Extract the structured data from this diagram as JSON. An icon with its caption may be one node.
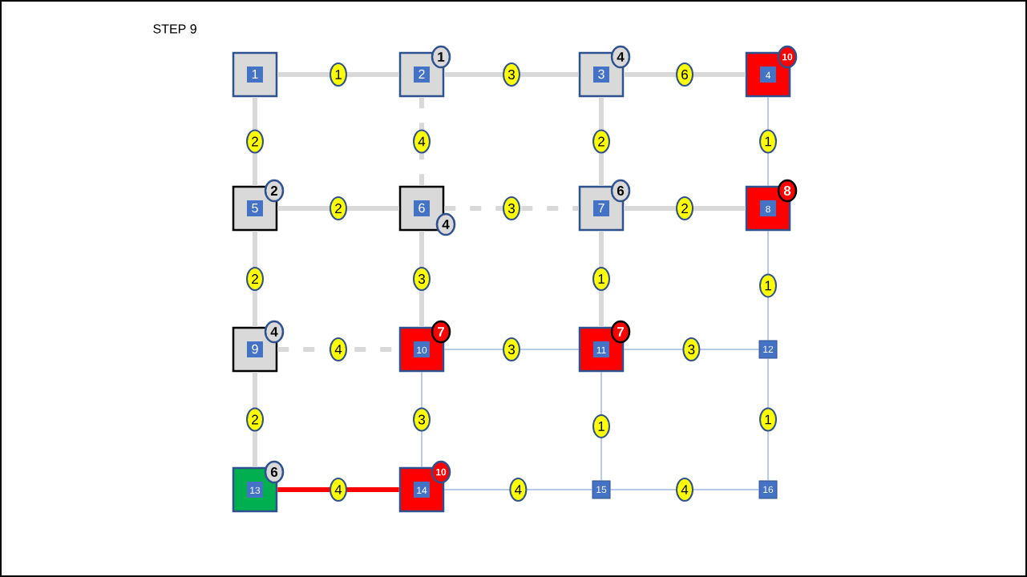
{
  "diagram": {
    "title": "STEP 9",
    "nodes": [
      {
        "text": [
          "1"
        ]
      },
      {
        "text": [
          "2",
          "1"
        ]
      },
      {
        "text": [
          "3",
          "4"
        ]
      },
      {
        "text": [
          "4",
          "10"
        ]
      },
      {
        "text": [
          "5",
          "2"
        ]
      },
      {
        "text": [
          "6",
          "4"
        ]
      },
      {
        "text": [
          "7",
          "6"
        ]
      },
      {
        "text": [
          "8",
          "8"
        ]
      },
      {
        "text": [
          "9",
          "4"
        ]
      },
      {
        "text": [
          "10",
          "7"
        ]
      },
      {
        "text": [
          "11",
          "7"
        ]
      },
      {
        "text": [
          "12"
        ]
      },
      {
        "text": [
          "13",
          "6"
        ]
      },
      {
        "text": [
          "14",
          "10"
        ]
      },
      {
        "text": [
          "15"
        ]
      },
      {
        "text": [
          "16"
        ]
      }
    ],
    "edges": [
      {
        "from": 0,
        "to": 1,
        "arrow": "none",
        "label": "1"
      },
      {
        "from": 1,
        "to": 2,
        "arrow": "none",
        "label": "3"
      },
      {
        "from": 2,
        "to": 3,
        "arrow": "none",
        "label": "6"
      },
      {
        "from": 0,
        "to": 4,
        "arrow": "none",
        "label": "2"
      },
      {
        "from": 1,
        "to": 5,
        "arrow": "none",
        "label": "4",
        "style": "dashed"
      },
      {
        "from": 2,
        "to": 6,
        "arrow": "none",
        "label": "2"
      },
      {
        "from": 3,
        "to": 7,
        "arrow": "none",
        "label": "1",
        "color": "#4472c4"
      },
      {
        "from": 4,
        "to": 5,
        "arrow": "none",
        "label": "2"
      },
      {
        "from": 5,
        "to": 6,
        "arrow": "none",
        "label": "3",
        "style": "dashed"
      },
      {
        "from": 6,
        "to": 7,
        "arrow": "none",
        "label": "2"
      },
      {
        "from": 4,
        "to": 8,
        "arrow": "none",
        "label": "2"
      },
      {
        "from": 5,
        "to": 9,
        "arrow": "none",
        "label": "3"
      },
      {
        "from": 6,
        "to": 10,
        "arrow": "none",
        "label": "1"
      },
      {
        "from": 7,
        "to": 11,
        "arrow": "none",
        "label": "1",
        "color": "#4472c4"
      },
      {
        "from": 8,
        "to": 9,
        "arrow": "none",
        "label": "4",
        "style": "dashed"
      },
      {
        "from": 9,
        "to": 10,
        "arrow": "none",
        "label": "3",
        "color": "#4472c4"
      },
      {
        "from": 10,
        "to": 11,
        "arrow": "none",
        "label": "3",
        "color": "#4472c4"
      },
      {
        "from": 8,
        "to": 12,
        "arrow": "none",
        "label": "2"
      },
      {
        "from": 9,
        "to": 13,
        "arrow": "none",
        "label": "3",
        "color": "#4472c4"
      },
      {
        "from": 10,
        "to": 14,
        "arrow": "none",
        "label": "1",
        "color": "#4472c4"
      },
      {
        "from": 11,
        "to": 15,
        "arrow": "none",
        "label": "1",
        "color": "#4472c4"
      },
      {
        "from": 12,
        "to": 13,
        "arrow": "none",
        "label": "4",
        "color": "#ff0000"
      },
      {
        "from": 13,
        "to": 14,
        "arrow": "none",
        "label": "4",
        "color": "#4472c4"
      },
      {
        "from": 14,
        "to": 15,
        "arrow": "none",
        "label": "4",
        "color": "#4472c4"
      }
    ]
  }
}
